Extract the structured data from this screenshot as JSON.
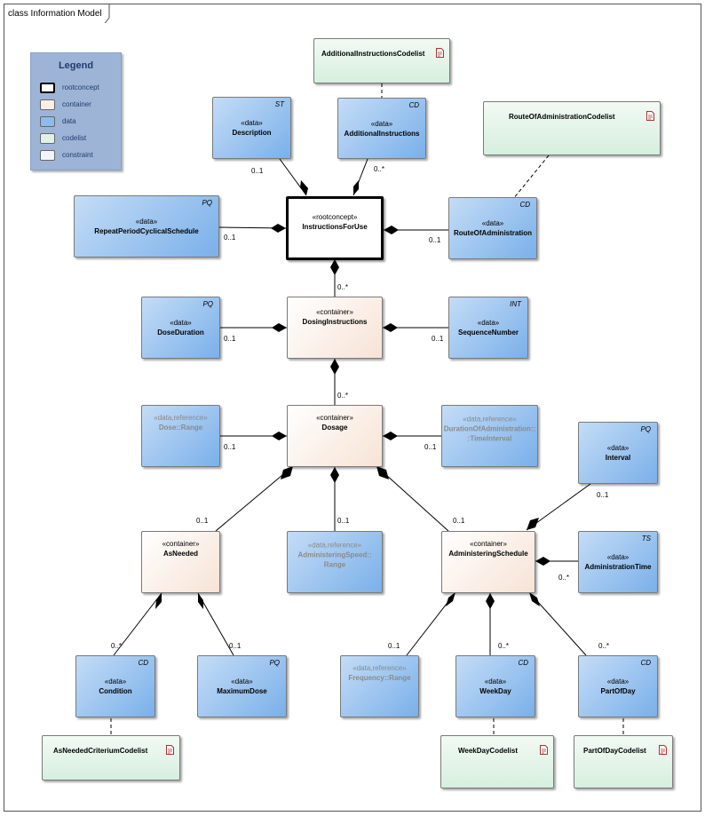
{
  "diagram_title": "class Information Model",
  "legend": {
    "title": "Legend",
    "items": [
      {
        "label": "rootconcept"
      },
      {
        "label": "container"
      },
      {
        "label": "data"
      },
      {
        "label": "codelist"
      },
      {
        "label": "constraint"
      }
    ]
  },
  "colors": {
    "data": "#8cbcec",
    "container": "#fbeee4",
    "codelist": "#dff2e5",
    "rootconcept": "#ffffff",
    "constraint": "#f3f3fb",
    "legend_bg": "#9eb4d6"
  },
  "nodes": {
    "instructions": {
      "stereo": "«rootconcept»",
      "name": "InstructionsForUse",
      "tag": ""
    },
    "description": {
      "stereo": "«data»",
      "name": "Description",
      "tag": "ST"
    },
    "additional": {
      "stereo": "«data»",
      "name": "AdditionalInstructions",
      "tag": "CD"
    },
    "additional_cl": {
      "stereo": "",
      "name": "AdditionalInstructionsCodelist",
      "tag": ""
    },
    "route": {
      "stereo": "«data»",
      "name": "RouteOfAdministration",
      "tag": "CD"
    },
    "route_cl": {
      "stereo": "",
      "name": "RouteOfAdministrationCodelist",
      "tag": ""
    },
    "repeat": {
      "stereo": "«data»",
      "name": "RepeatPeriodCyclicalSchedule",
      "tag": "PQ"
    },
    "dosing": {
      "stereo": "«container»",
      "name": "DosingInstructions",
      "tag": ""
    },
    "doseduration": {
      "stereo": "«data»",
      "name": "DoseDuration",
      "tag": "PQ"
    },
    "sequence": {
      "stereo": "«data»",
      "name": "SequenceNumber",
      "tag": "INT"
    },
    "dosage": {
      "stereo": "«container»",
      "name": "Dosage",
      "tag": ""
    },
    "doserange": {
      "stereo": "«data,reference»",
      "name": "Dose::Range",
      "tag": ""
    },
    "durationadmin": {
      "stereo": "«data,reference»",
      "name": "DurationOfAdministration::",
      "name2": ":TimeInterval",
      "tag": ""
    },
    "interval": {
      "stereo": "«data»",
      "name": "Interval",
      "tag": "PQ"
    },
    "asneeded": {
      "stereo": "«container»",
      "name": "AsNeeded",
      "tag": ""
    },
    "speed": {
      "stereo": "«data,reference»",
      "name": "AdministeringSpeed::",
      "name2": "Range",
      "tag": ""
    },
    "schedule": {
      "stereo": "«container»",
      "name": "AdministeringSchedule",
      "tag": ""
    },
    "admintime": {
      "stereo": "«data»",
      "name": "AdministrationTime",
      "tag": "TS"
    },
    "condition": {
      "stereo": "«data»",
      "name": "Condition",
      "tag": "CD"
    },
    "maxdose": {
      "stereo": "«data»",
      "name": "MaximumDose",
      "tag": "PQ"
    },
    "frequency": {
      "stereo": "«data,reference»",
      "name": "Frequency::Range",
      "tag": ""
    },
    "weekday": {
      "stereo": "«data»",
      "name": "WeekDay",
      "tag": "CD"
    },
    "partofday": {
      "stereo": "«data»",
      "name": "PartOfDay",
      "tag": "CD"
    },
    "asneeded_cl": {
      "stereo": "",
      "name": "AsNeededCriteriumCodelist",
      "tag": ""
    },
    "weekday_cl": {
      "stereo": "",
      "name": "WeekDayCodelist",
      "tag": ""
    },
    "partofday_cl": {
      "stereo": "",
      "name": "PartOfDayCodelist",
      "tag": ""
    }
  },
  "multiplicities": {
    "description": "0..1",
    "additional": "0..*",
    "repeat": "0..1",
    "route": "0..1",
    "dosing": "0..*",
    "doseduration": "0..1",
    "sequence": "0..1",
    "dosage": "0..*",
    "doserange": "0..1",
    "durationadmin": "0..1",
    "interval": "0..1",
    "asneeded": "0..1",
    "speed": "0..1",
    "schedule": "0..1",
    "admintime": "0..*",
    "condition": "0..*",
    "maxdose": "0..1",
    "frequency": "0..1",
    "weekday": "0..*",
    "partofday": "0..*"
  }
}
